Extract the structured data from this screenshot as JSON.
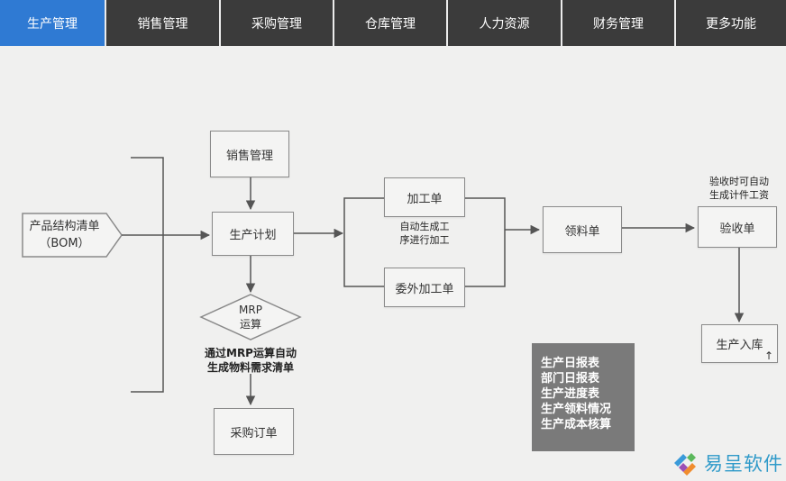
{
  "nav": {
    "tabs": [
      "生产管理",
      "销售管理",
      "采购管理",
      "仓库管理",
      "人力资源",
      "财务管理",
      "更多功能"
    ],
    "active_index": 0,
    "active_color": "#2f7ad3",
    "tab_color": "#3b3b3b"
  },
  "diagram": {
    "bom_line1": "产品结构清单",
    "bom_line2": "（BOM）",
    "sales": "销售管理",
    "plan": "生产计划",
    "mrp_line1": "MRP",
    "mrp_line2": "运算",
    "mrp_note_line1": "通过MRP运算自动",
    "mrp_note_line2": "生成物料需求清单",
    "purchase": "采购订单",
    "process": "加工单",
    "process_note_line1": "自动生成工",
    "process_note_line2": "序进行加工",
    "outsource": "委外加工单",
    "picking": "领料单",
    "acceptance": "验收单",
    "acceptance_note_line1": "验收时可自动",
    "acceptance_note_line2": "生成计件工资",
    "warehouse": "生产入库",
    "warehouse_arrow": "↑",
    "reports": [
      "生产日报表",
      "部门日报表",
      "生产进度表",
      "生产领料情况",
      "生产成本核算"
    ]
  },
  "logo": {
    "text": "易呈软件"
  }
}
